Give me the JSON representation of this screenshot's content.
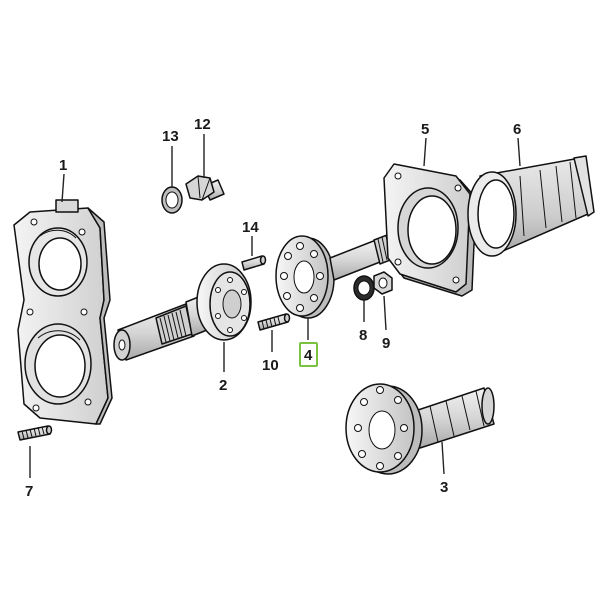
{
  "callouts": {
    "c1": "1",
    "c2": "2",
    "c3": "3",
    "c4": "4",
    "c5": "5",
    "c6": "6",
    "c7": "7",
    "c8": "8",
    "c9": "9",
    "c10": "10",
    "c12": "12",
    "c13": "13",
    "c14": "14"
  },
  "highlight_color": "#7cc242"
}
